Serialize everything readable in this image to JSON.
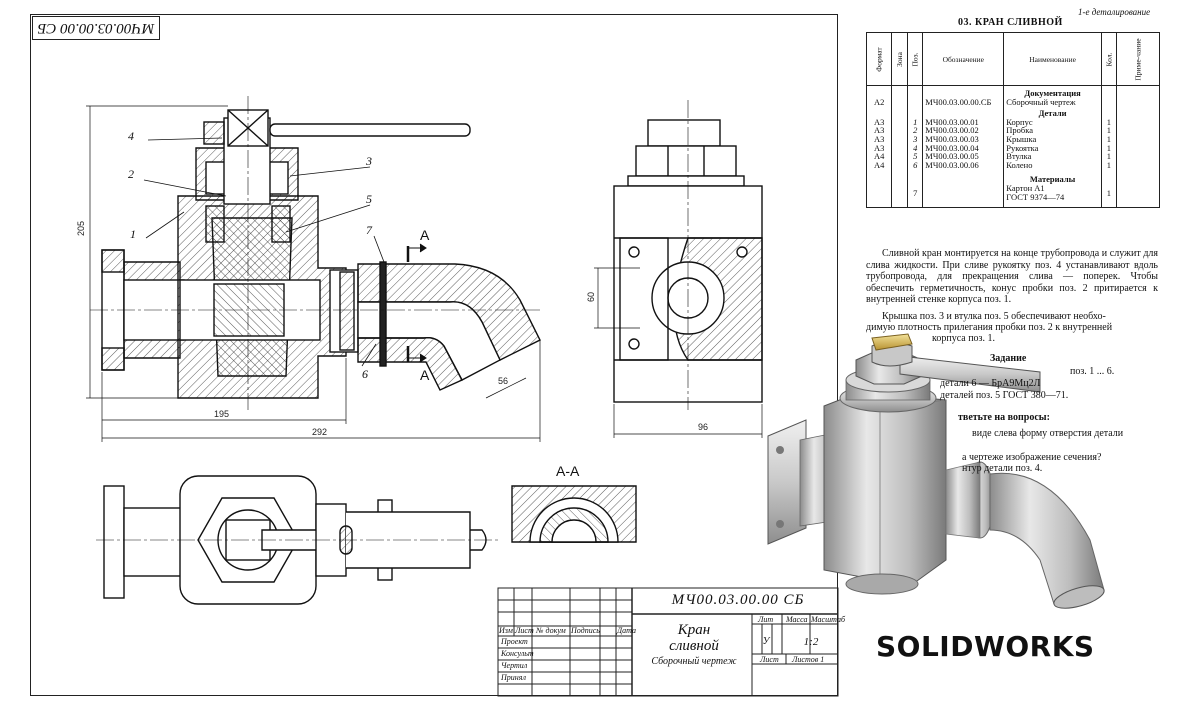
{
  "drawing": {
    "stamp_code": "МЧ00.03.00.00 СБ",
    "title_block": {
      "code": "МЧ00.03.00.00 СБ",
      "name_line1": "Кран",
      "name_line2": "сливной",
      "doc_type": "Сборочный чертеж",
      "header_labels": [
        "Изм",
        "Лист",
        "№ докум",
        "Подпись",
        "Дата"
      ],
      "role_labels": [
        "Проект",
        "Консульт",
        "Чертил",
        "Принял"
      ],
      "lit_label": "Лит",
      "mass_label": "Масса",
      "scale_label": "Масштаб",
      "lit_value": "У",
      "scale_value": "1:2",
      "sheet_label": "Лист",
      "sheets_label": "Листов 1"
    },
    "leaders": [
      "1",
      "2",
      "3",
      "4",
      "5",
      "6",
      "7"
    ],
    "section_marks": {
      "top": "А",
      "bottom": "А",
      "section_title": "А-А"
    },
    "dimensions": {
      "height_total": "205",
      "spout_width": "56",
      "length_195": "195",
      "length_292": "292",
      "side_height": "60",
      "side_width": "96"
    }
  },
  "spec_sheet": {
    "header_note": "1-е деталирование",
    "title": "03. КРАН СЛИВНОЙ",
    "columns": [
      "Формат",
      "Зона",
      "Поз.",
      "Обозначение",
      "Наименование",
      "Кол.",
      "Приме-чание"
    ],
    "sections": {
      "documentation": "Документация",
      "parts": "Детали",
      "materials": "Материалы"
    },
    "doc_row": {
      "format": "А2",
      "designation": "МЧ00.03.00.00.СБ",
      "name": "Сборочный чертеж"
    },
    "parts": [
      {
        "format": "А3",
        "pos": "1",
        "designation": "МЧ00.03.00.01",
        "name": "Корпус",
        "qty": "1"
      },
      {
        "format": "А3",
        "pos": "2",
        "designation": "МЧ00.03.00.02",
        "name": "Пробка",
        "qty": "1"
      },
      {
        "format": "А3",
        "pos": "3",
        "designation": "МЧ00.03.00.03",
        "name": "Крышка",
        "qty": "1"
      },
      {
        "format": "А3",
        "pos": "4",
        "designation": "МЧ00.03.00.04",
        "name": "Рукоятка",
        "qty": "1"
      },
      {
        "format": "А4",
        "pos": "5",
        "designation": "МЧ00.03.00.05",
        "name": "Втулка",
        "qty": "1"
      },
      {
        "format": "А4",
        "pos": "6",
        "designation": "МЧ00.03.00.06",
        "name": "Колено",
        "qty": "1"
      }
    ],
    "material_row": {
      "pos": "7",
      "name_line1": "Картон А1",
      "name_line2": "ГОСТ 9374—74",
      "qty": "1"
    },
    "paragraph1": "Сливной кран монтируется на конце трубопровода и служит для слива жидкости. При сливе рукоятку поз. 4 устанавливают вдоль трубопровода, для прекращения слива — поперек. Чтобы обеспечить герметичность, конус пробки поз. 2 притирается к внутренней стенке корпуса поз. 1.",
    "paragraph2_lines": [
      "Крышка поз. 3 и втулка поз. 5 обеспечивают необхо-",
      "димую плотность прилегания пробки поз. 2 к внутренней",
      "корпуса поз. 1."
    ],
    "task_title": "Задание",
    "partial_lines": [
      "поз. 1 ... 6.",
      "детали  6 — БрА9Мц2Л",
      "деталей поз. 5 ГОСТ 380—71.",
      "тветьте на вопросы:",
      "виде слева форму отверстия детали",
      "а чертеже изображение сечения?",
      "нтур детали поз. 4."
    ]
  },
  "logo": "SOLIDWORKS"
}
